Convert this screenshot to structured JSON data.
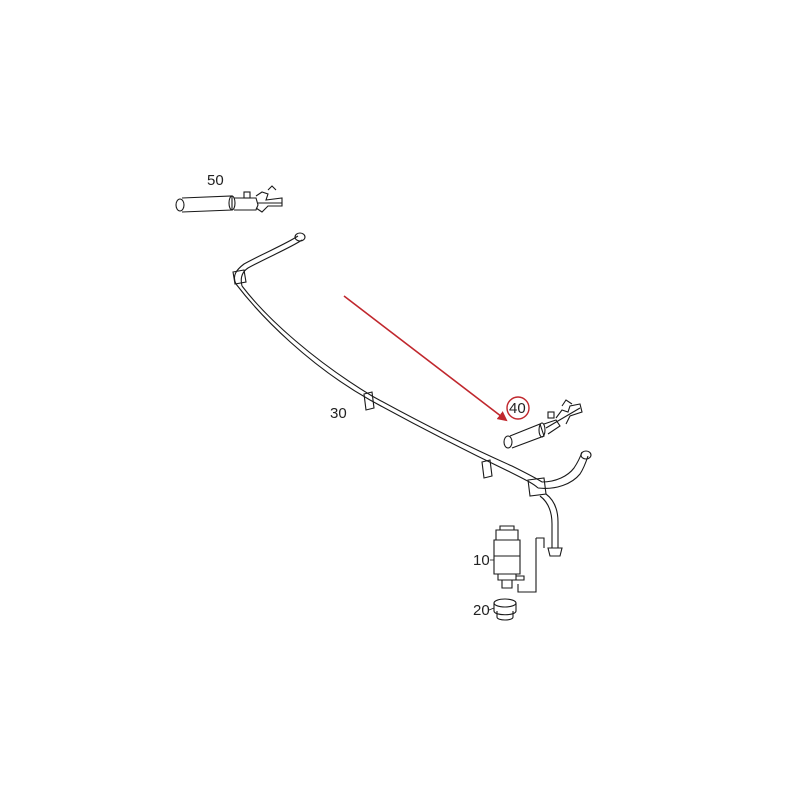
{
  "colors": {
    "background": "#ffffff",
    "line": "#1a1a1a",
    "highlight": "#c0272d"
  },
  "parts": [
    {
      "id": "part-50",
      "label": "50",
      "icon": "headlamp-washer-nozzle-icon"
    },
    {
      "id": "part-30",
      "label": "30",
      "icon": "washer-hose-line-icon"
    },
    {
      "id": "part-40",
      "label": "40",
      "icon": "headlamp-washer-nozzle-icon",
      "highlighted": true
    },
    {
      "id": "part-10",
      "label": "10",
      "icon": "washer-pump-icon"
    },
    {
      "id": "part-20",
      "label": "20",
      "icon": "grommet-seal-icon"
    }
  ]
}
